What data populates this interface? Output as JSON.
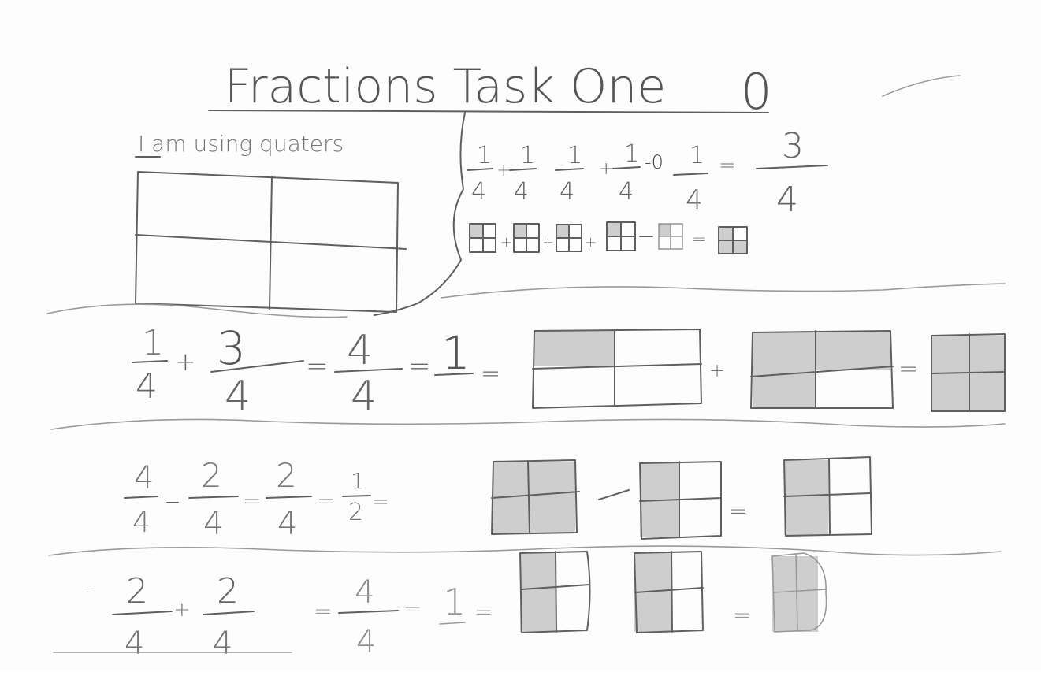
{
  "title": "Fractions Task One",
  "title_mark": "0",
  "note": "I am using quaters",
  "section1": {
    "terms": [
      {
        "n": "1",
        "d": "4"
      },
      {
        "n": "1",
        "d": "4"
      },
      {
        "n": "1",
        "d": "4"
      },
      {
        "n": "1",
        "d": "4"
      },
      {
        "n": "1",
        "d": "4"
      },
      {
        "n": "3",
        "d": "4"
      }
    ],
    "ops": [
      "+",
      "+",
      "-0",
      "="
    ]
  },
  "section2": {
    "terms": [
      {
        "n": "1",
        "d": "4"
      },
      {
        "n": "3",
        "d": "4"
      },
      {
        "n": "4",
        "d": "4"
      }
    ],
    "ops": [
      "+",
      "=",
      "=",
      "="
    ],
    "whole": "1",
    "visual_ops": [
      "+",
      "="
    ]
  },
  "section3": {
    "terms": [
      {
        "n": "4",
        "d": "4"
      },
      {
        "n": "2",
        "d": "4"
      },
      {
        "n": "2",
        "d": "4"
      },
      {
        "n": "1",
        "d": "2"
      }
    ],
    "ops": [
      "-",
      "=",
      "=",
      "="
    ],
    "visual_ops": [
      "—",
      "="
    ]
  },
  "section4": {
    "terms": [
      {
        "n": "2",
        "d": "4"
      },
      {
        "n": "2",
        "d": "4"
      },
      {
        "n": "4",
        "d": "4"
      }
    ],
    "ops": [
      "-",
      "+",
      "=",
      "=",
      "="
    ],
    "whole": "1",
    "visual_ops": [
      "="
    ]
  },
  "colors": {
    "pencil": "#5f5f5f",
    "shade": "#bdbdbd",
    "paper": "#fdfdfd"
  }
}
